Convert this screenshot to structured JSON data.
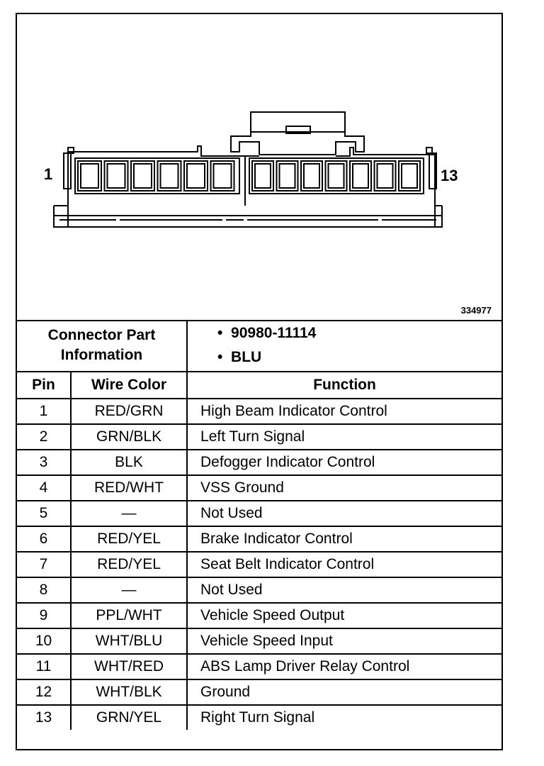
{
  "diagram": {
    "pin_left_label": "1",
    "pin_right_label": "13",
    "figure_number": "334977"
  },
  "connector_info": {
    "label": "Connector Part Information",
    "part_number": "90980-11114",
    "color": "BLU"
  },
  "table": {
    "headers": {
      "pin": "Pin",
      "wire_color": "Wire Color",
      "function": "Function"
    },
    "rows": [
      {
        "pin": "1",
        "wire_color": "RED/GRN",
        "function": "High Beam Indicator Control"
      },
      {
        "pin": "2",
        "wire_color": "GRN/BLK",
        "function": "Left Turn Signal"
      },
      {
        "pin": "3",
        "wire_color": "BLK",
        "function": "Defogger Indicator Control"
      },
      {
        "pin": "4",
        "wire_color": "RED/WHT",
        "function": "VSS Ground"
      },
      {
        "pin": "5",
        "wire_color": "—",
        "function": "Not Used"
      },
      {
        "pin": "6",
        "wire_color": "RED/YEL",
        "function": "Brake Indicator Control"
      },
      {
        "pin": "7",
        "wire_color": "RED/YEL",
        "function": "Seat Belt Indicator Control"
      },
      {
        "pin": "8",
        "wire_color": "—",
        "function": "Not Used"
      },
      {
        "pin": "9",
        "wire_color": "PPL/WHT",
        "function": "Vehicle Speed Output"
      },
      {
        "pin": "10",
        "wire_color": "WHT/BLU",
        "function": "Vehicle Speed Input"
      },
      {
        "pin": "11",
        "wire_color": "WHT/RED",
        "function": "ABS Lamp Driver Relay Control"
      },
      {
        "pin": "12",
        "wire_color": "WHT/BLK",
        "function": "Ground"
      },
      {
        "pin": "13",
        "wire_color": "GRN/YEL",
        "function": "Right Turn Signal"
      }
    ]
  }
}
